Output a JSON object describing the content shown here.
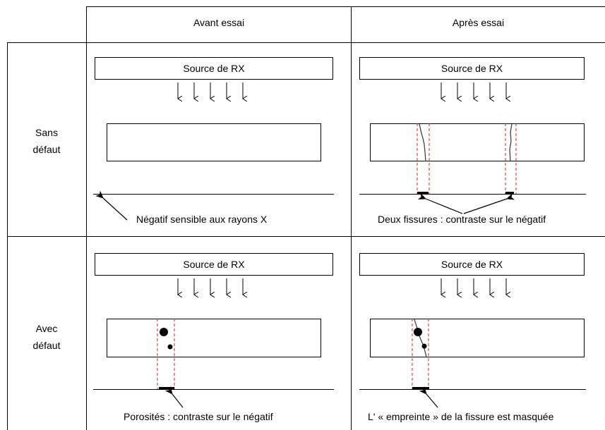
{
  "columns": {
    "before": "Avant essai",
    "after": "Après essai"
  },
  "rows": {
    "no_defect": [
      "Sans",
      "défaut"
    ],
    "with_defect": [
      "Avec",
      "défaut"
    ]
  },
  "source_label": "Source de RX",
  "captions": {
    "film": "Négatif sensible aux rayons X",
    "two_cracks": "Deux fissures : contraste sur le négatif",
    "porosities": "Porosités : contraste sur le négatif",
    "masked": "L' « empreinte » de la fissure est masquée"
  },
  "colors": {
    "projection": "#e31c1c",
    "line": "#000000"
  }
}
